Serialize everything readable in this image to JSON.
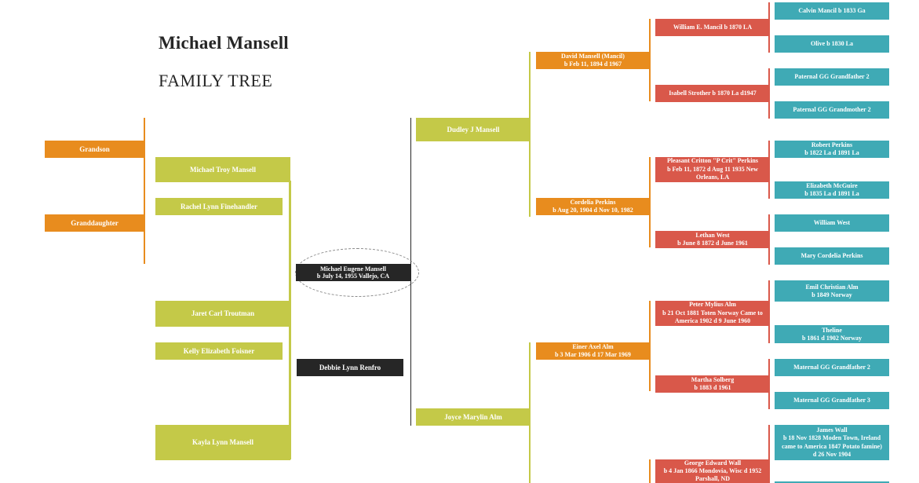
{
  "header": {
    "title": "Michael Mansell",
    "subtitle": "FAMILY TREE"
  },
  "colors": {
    "green": "#c4c948",
    "orange": "#e88c1e",
    "red": "#d9584a",
    "teal": "#3faab5",
    "black": "#262626"
  },
  "grandchildren": [
    {
      "label": "Grandson"
    },
    {
      "label": "Granddaughter"
    }
  ],
  "children": [
    {
      "name": "Michael Troy Mansell",
      "spouse": "Rachel Lynn Finehandler"
    },
    {
      "name": "Jaret Carl Troutman",
      "spouse": "Kelly Elizabeth Foisner"
    },
    {
      "name": "Kayla Lynn Mansell"
    }
  ],
  "self": {
    "name": "Michael Eugene Mansell",
    "birth": "b July 14, 1955 Vallejo, CA",
    "spouse": "Debbie Lynn Renfro"
  },
  "parents": [
    {
      "name": "Dudley J Mansell"
    },
    {
      "name": "Joyce Marylin Alm"
    }
  ],
  "grandparents": [
    {
      "name": "David Mansell (Mancil)",
      "dates": "b Feb 11, 1894 d 1967"
    },
    {
      "name": "Cordelia Perkins",
      "dates": "b Aug 20, 1904  d Nov 10, 1982"
    },
    {
      "name": "Einer Axel Alm",
      "dates": "b 3 Mar 1906  d 17 Mar 1969"
    }
  ],
  "great_grandparents": [
    {
      "text": "William E. Mancil b 1870 LA"
    },
    {
      "text": "Isabell Strother b 1870 La d1947"
    },
    {
      "text": "Pleasant Critton \"P Crit\" Perkins\nb Feb 11, 1872  d Aug 11 1935 New Orleans, LA"
    },
    {
      "text": "Lethan West\nb June 8 1872  d June 1961"
    },
    {
      "text": "Peter Mylius Alm\nb 21 Oct 1881 Toten Norway Came to America 1902  d 9 June 1960"
    },
    {
      "text": "Martha Solberg\nb 1883  d 1961"
    },
    {
      "text": "George Edward Wall\nb 4 Jan 1866 Mondovia, Wisc  d 1952 Parshall, ND"
    }
  ],
  "great_great_grandparents": [
    {
      "text": "Calvin Mancil b 1833 Ga"
    },
    {
      "text": "Olive b 1830 La"
    },
    {
      "text": "Paternal GG Grandfather 2"
    },
    {
      "text": "Paternal GG Grandmother 2"
    },
    {
      "text": "Robert Perkins\nb 1822 La  d 1891 La"
    },
    {
      "text": "Elizabeth McGuire\nb 1835 La  d 1891 La"
    },
    {
      "text": "William West"
    },
    {
      "text": "Mary Cordelia Perkins"
    },
    {
      "text": "Emil Christian Alm\nb 1849 Norway"
    },
    {
      "text": "Theline\nb 1861  d 1902 Norway"
    },
    {
      "text": "Maternal GG Grandfather 2"
    },
    {
      "text": "Maternal GG Grandfather 3"
    },
    {
      "text": "James Wall\nb 18 Nov 1828 Moden Town, Ireland came to America 1847 Potato famine)\nd 26 Nov 1904"
    }
  ]
}
